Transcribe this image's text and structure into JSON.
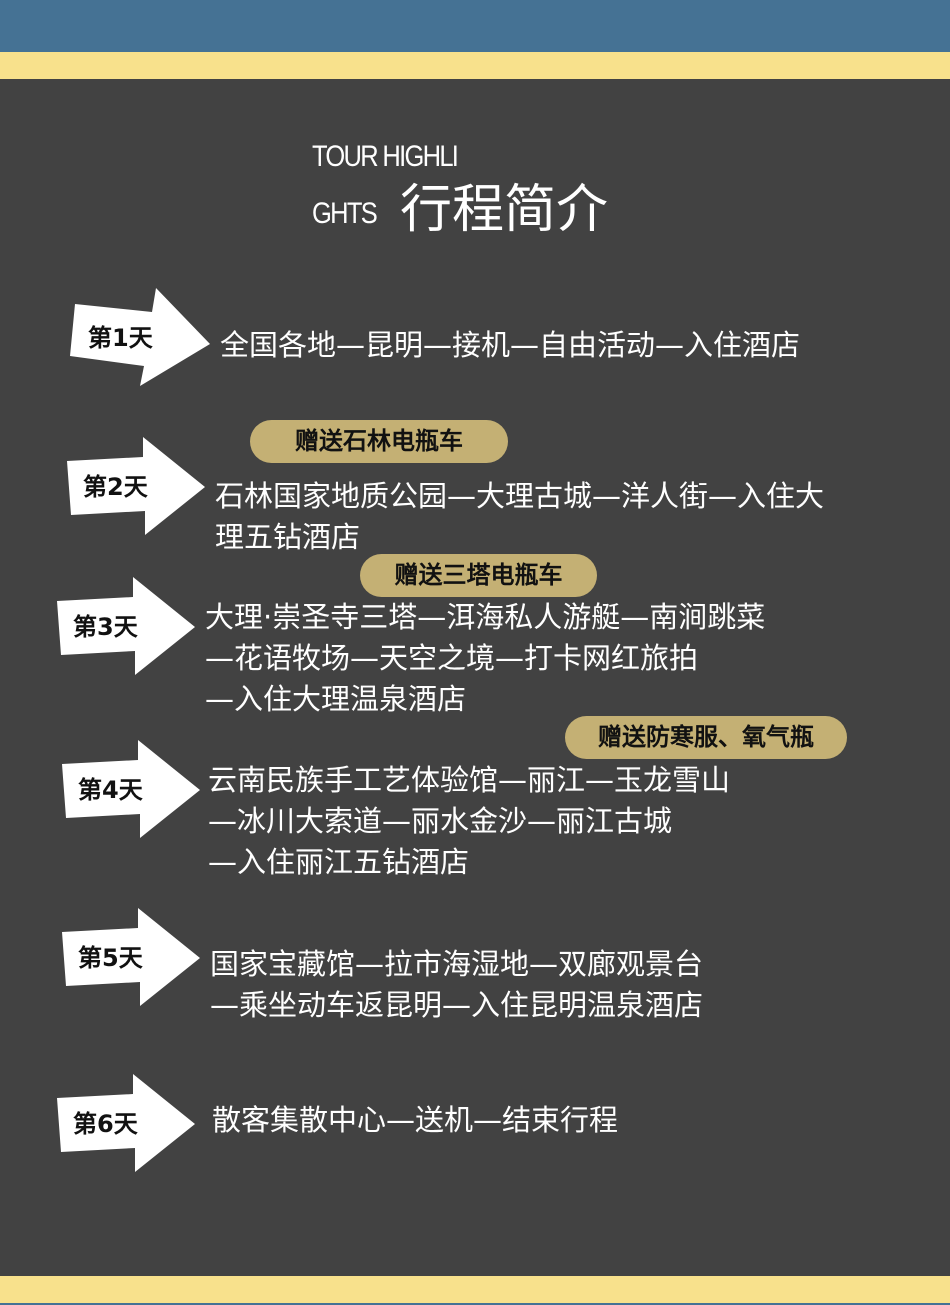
{
  "title": {
    "en_line1": "TOUR HIGHLI",
    "en_line2": "GHTS",
    "cn": "行程简介"
  },
  "days": [
    {
      "label": "第1天",
      "lines": [
        "全国各地—昆明—接机—自由活动—入住酒店"
      ]
    },
    {
      "label": "第2天",
      "badge": "赠送石林电瓶车",
      "lines": [
        "石林国家地质公园—大理古城—洋人街—入住大",
        "理五钻酒店"
      ]
    },
    {
      "label": "第3天",
      "badge": "赠送三塔电瓶车",
      "lines": [
        "大理·崇圣寺三塔—洱海私人游艇—南涧跳菜",
        "—花语牧场—天空之境—打卡网红旅拍",
        "—入住大理温泉酒店"
      ]
    },
    {
      "label": "第4天",
      "badge": "赠送防寒服、氧气瓶",
      "lines": [
        "云南民族手工艺体验馆—丽江—玉龙雪山",
        "—冰川大索道—丽水金沙—丽江古城",
        "—入住丽江五钻酒店"
      ]
    },
    {
      "label": "第5天",
      "lines": [
        "国家宝藏馆—拉市海湿地—双廊观景台",
        "—乘坐动车返昆明—入住昆明温泉酒店"
      ]
    },
    {
      "label": "第6天",
      "lines": [
        "散客集散中心—送机—结束行程"
      ]
    }
  ],
  "colors": {
    "blue": "#457294",
    "yellow": "#f8e18c",
    "background": "#424242",
    "badge": "#c4b074"
  }
}
